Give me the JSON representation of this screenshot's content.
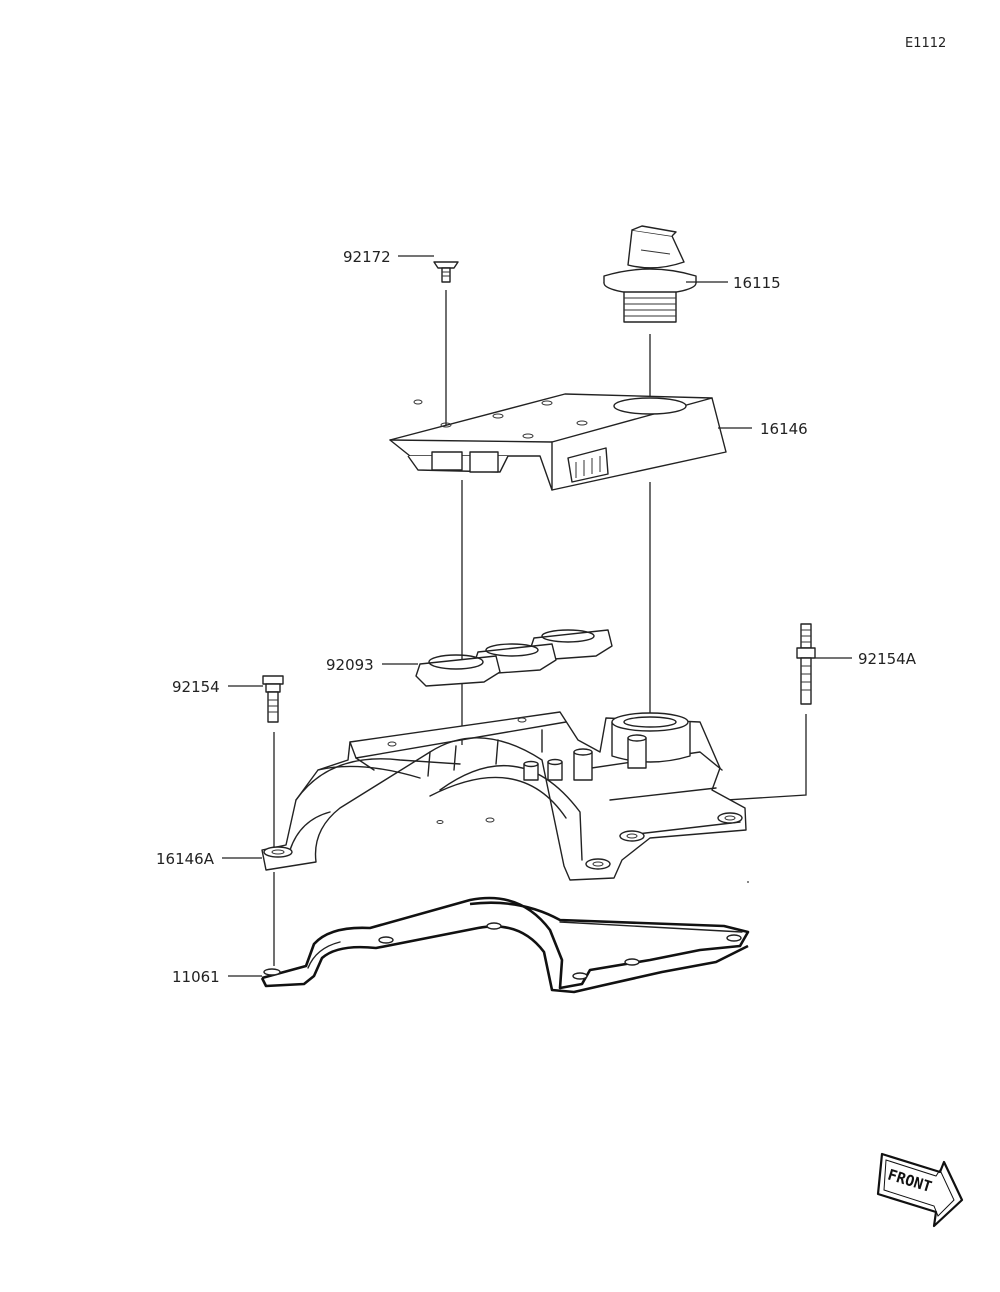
{
  "diagram_code": "E1112",
  "parts": {
    "p92172": "92172",
    "p16115": "16115",
    "p16146": "16146",
    "p92093": "92093",
    "p92154": "92154",
    "p92154A": "92154A",
    "p16146A": "16146A",
    "p11061": "11061"
  },
  "front_marker": "FRONT"
}
